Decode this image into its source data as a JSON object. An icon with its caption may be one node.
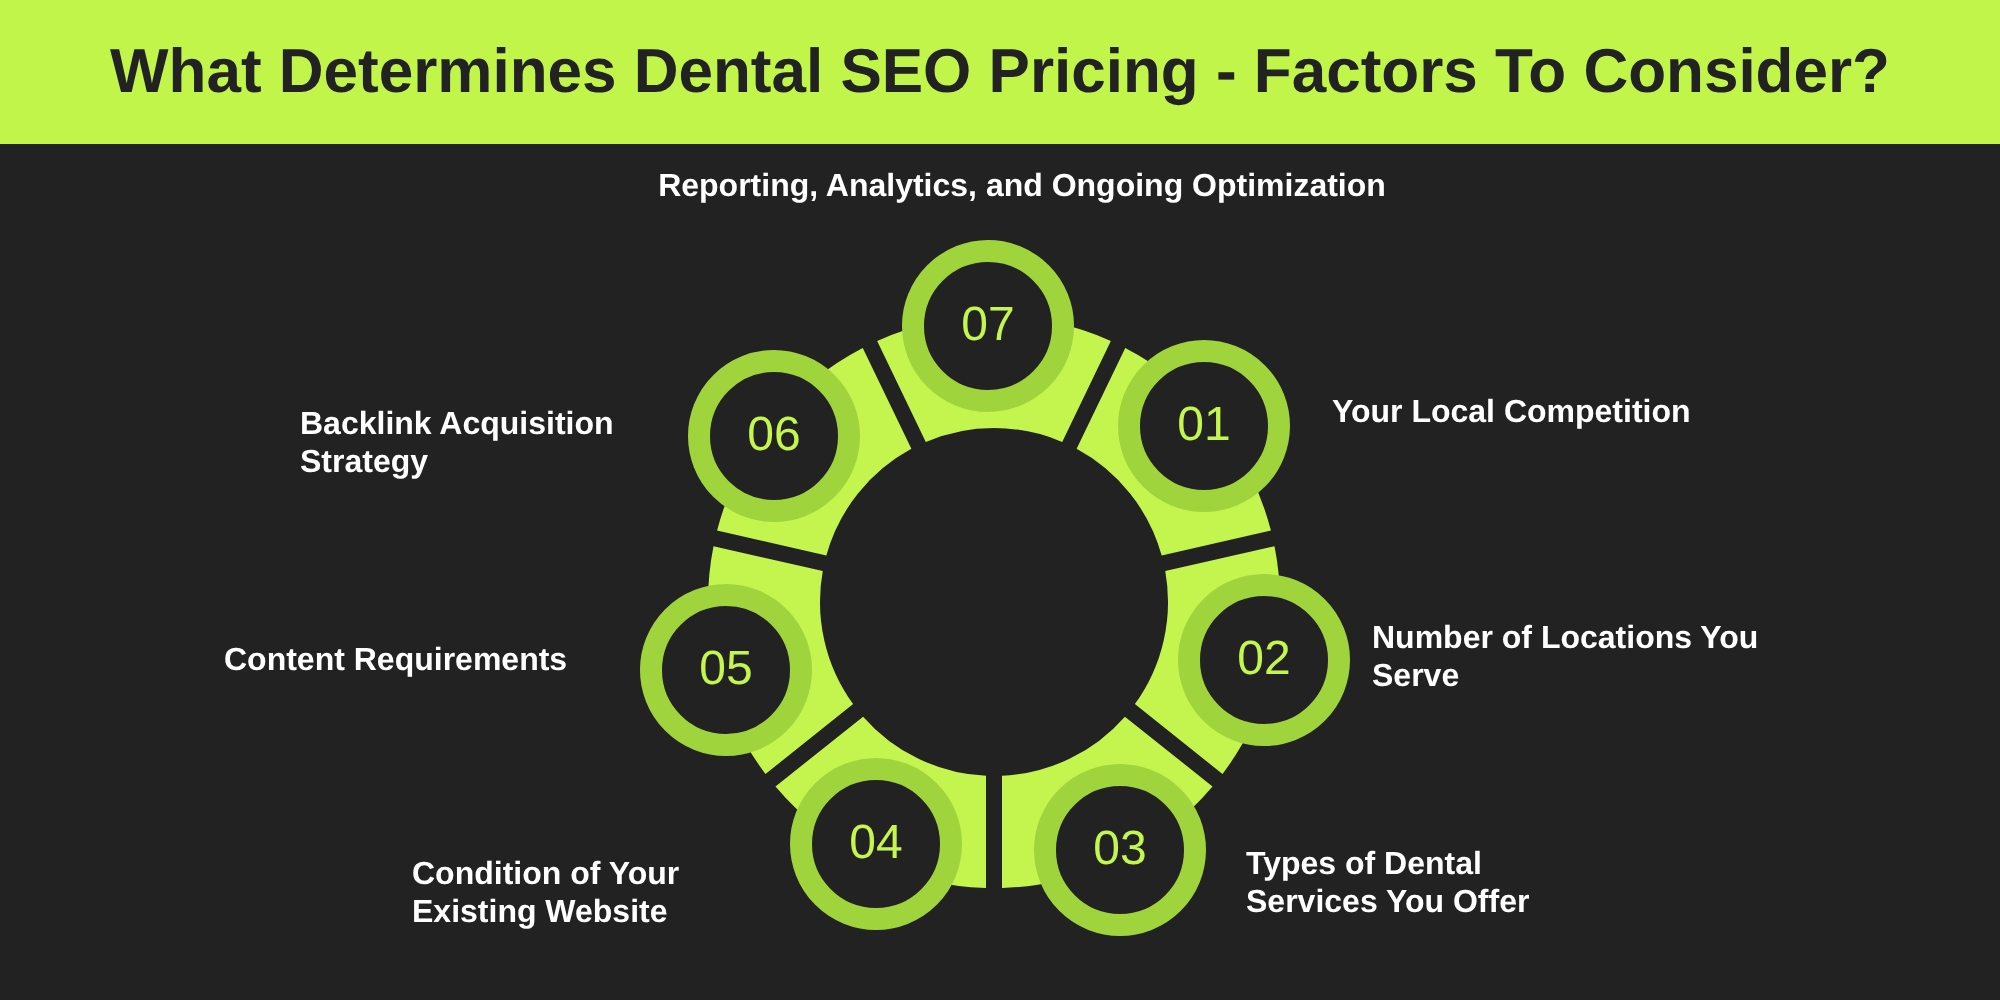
{
  "diagram": {
    "title": "What Determines Dental SEO Pricing - Factors To Consider?",
    "nodes": [
      {
        "text": [
          "01"
        ],
        "beside": [
          "Your Local Competition"
        ]
      },
      {
        "text": [
          "02"
        ],
        "beside": [
          "Number of Locations You Serve"
        ]
      },
      {
        "text": [
          "03"
        ],
        "beside": [
          "Types of Dental Services You Offer"
        ]
      },
      {
        "text": [
          "04"
        ],
        "beside": [
          "Condition of Your Existing Website"
        ]
      },
      {
        "text": [
          "05"
        ],
        "beside": [
          "Content Requirements"
        ]
      },
      {
        "text": [
          "06"
        ],
        "beside": [
          "Backlink Acquisition Strategy"
        ]
      },
      {
        "text": [
          "07"
        ],
        "beside": [
          "Reporting, Analytics, and Ongoing Optimization"
        ]
      }
    ]
  }
}
